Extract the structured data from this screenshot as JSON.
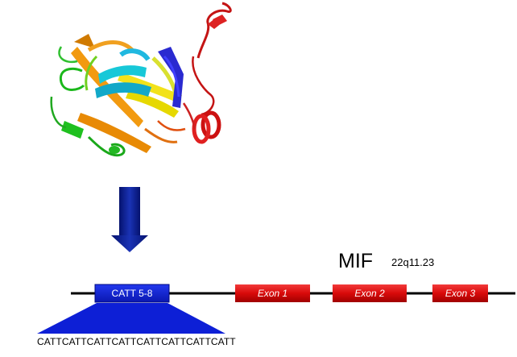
{
  "gene": {
    "name": "MIF",
    "locus": "22q11.23"
  },
  "promoter": {
    "label": "CATT 5-8",
    "sequence": "CATTCATTCATTCATTCATTCATTCATTCATT"
  },
  "exons": [
    {
      "label": "Exon 1"
    },
    {
      "label": "Exon 2"
    },
    {
      "label": "Exon 3"
    }
  ],
  "colors": {
    "arrow": "#0a1e96",
    "promoter_box": "#0d1fd6",
    "exon_fill": "#e00f0f",
    "backbone": "#000000"
  },
  "illustration": {
    "type": "protein-ribbon-structure"
  }
}
